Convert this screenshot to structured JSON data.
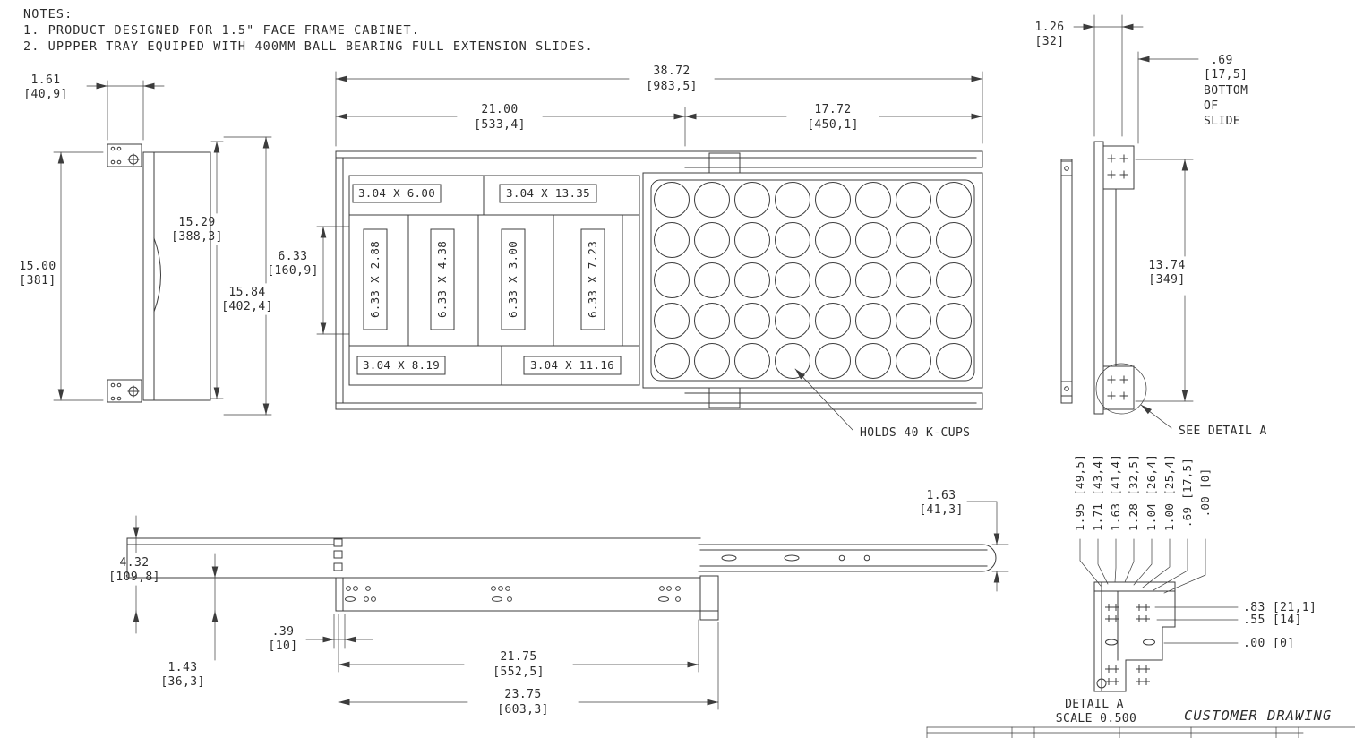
{
  "drawing": {
    "type_label": "CUSTOMER DRAWING"
  },
  "notes": {
    "title": "NOTES:",
    "line1": "1. PRODUCT DESIGNED FOR 1.5\" FACE FRAME CABINET.",
    "line2": "2. UPPPER TRAY EQUIPED WITH 400MM BALL BEARING FULL EXTENSION SLIDES."
  },
  "front_view": {
    "bracket_width_in": "1.61",
    "bracket_width_mm": "[40,9]",
    "height_in": "15.00",
    "height_mm": "[381]",
    "height_inner_in": "15.29",
    "height_inner_mm": "[388,3]",
    "height_outer_in": "15.84",
    "height_outer_mm": "[402,4]"
  },
  "plan_view": {
    "overall_length_in": "38.72",
    "overall_length_mm": "[983,5]",
    "tray_length_in": "21.00",
    "tray_length_mm": "[533,4]",
    "extension_length_in": "17.72",
    "extension_length_mm": "[450,1]",
    "compartment_depth_in": "6.33",
    "compartment_depth_mm": "[160,9]",
    "compartments": [
      "3.04 X 6.00",
      "3.04 X 13.35",
      "6.33 X 2.88",
      "6.33 X 4.38",
      "6.33 X 3.00",
      "6.33 X 7.23",
      "3.04 X 8.19",
      "3.04 X 11.16"
    ],
    "kcup_note": "HOLDS 40 K-CUPS",
    "kcup_grid": {
      "rows": 5,
      "cols": 8
    }
  },
  "side_view": {
    "slide_width_in": "1.26",
    "slide_width_mm": "[32]",
    "bottom_of_slide_in": ".69",
    "bottom_of_slide_mm": "[17,5]",
    "bottom_of_slide_label": [
      "BOTTOM",
      "OF",
      "SLIDE"
    ],
    "height_in": "13.74",
    "height_mm": "[349]",
    "see_detail": "SEE DETAIL A",
    "stack_dims": [
      "1.95 [49,5]",
      "1.71 [43,4]",
      "1.63 [41,4]",
      "1.28 [32,5]",
      "1.04 [26,4]",
      "1.00 [25,4]",
      ".69 [17,5]",
      ".00 [0]"
    ]
  },
  "profile_view": {
    "height_in": "4.32",
    "height_mm": "[109,8]",
    "rail_height_in": "1.63",
    "rail_height_mm": "[41,3]",
    "setback_in": ".39",
    "setback_mm": "[10]",
    "member_length_in": "21.75",
    "member_length_mm": "[552,5]",
    "overall_length_in": "23.75",
    "overall_length_mm": "[603,3]",
    "flange_height_in": "1.43",
    "flange_height_mm": "[36,3]"
  },
  "detail_a": {
    "dim_1": ".83 [21,1]",
    "dim_2": ".55 [14]",
    "dim_3": ".00 [0]",
    "title": "DETAIL A",
    "scale": "SCALE 0.500"
  }
}
